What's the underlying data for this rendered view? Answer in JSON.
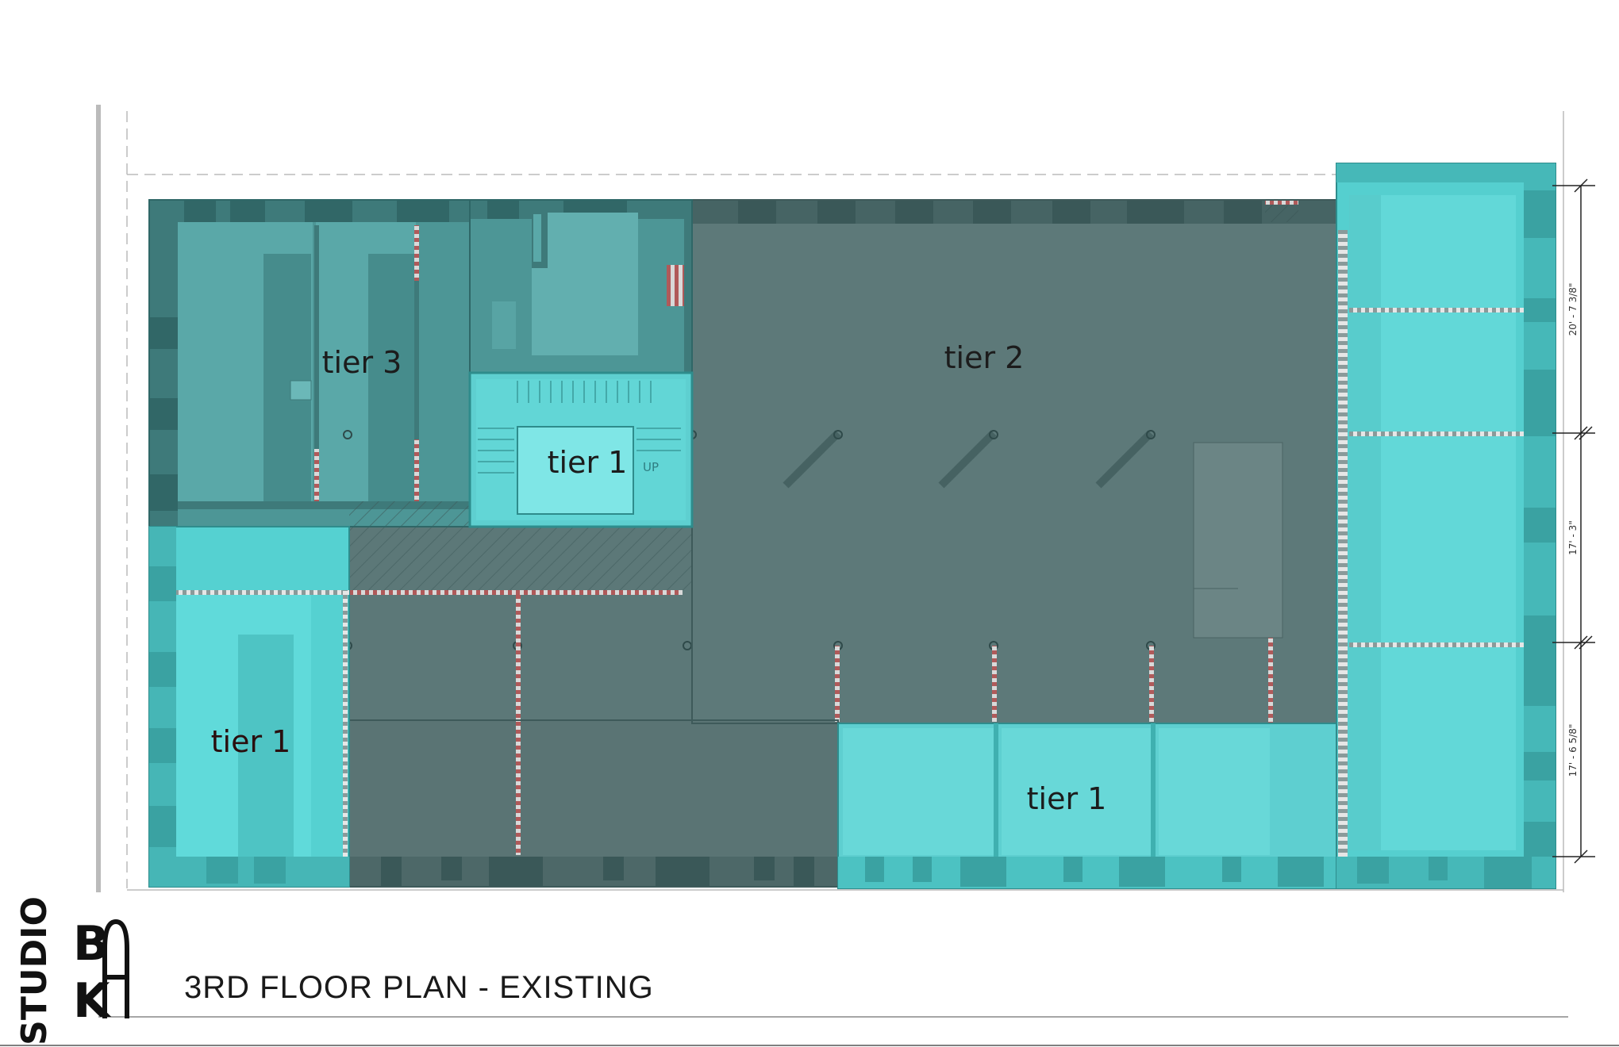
{
  "drawing": {
    "title": "3RD FLOOR PLAN - EXISTING",
    "logo": {
      "studio": "STUDIO",
      "b": "B",
      "k": "K",
      "a": "A"
    }
  },
  "zones": {
    "tier3": "tier 3",
    "tier2": "tier 2",
    "tier1_stair": "tier 1",
    "tier1_left": "tier 1",
    "tier1_bottom": "tier 1",
    "stair_up": "UP"
  },
  "dimensions": {
    "d1": "20' - 7 3/8\"",
    "d2": "17' - 3\"",
    "d3": "17' - 6 5/8\""
  },
  "colors": {
    "tier1_fill": "#5fe0e0",
    "tier2_fill": "#5a7676",
    "tier3_fill": "#4f9c9c",
    "wall": "#3d6b6b",
    "partition": "#b25a5a"
  }
}
